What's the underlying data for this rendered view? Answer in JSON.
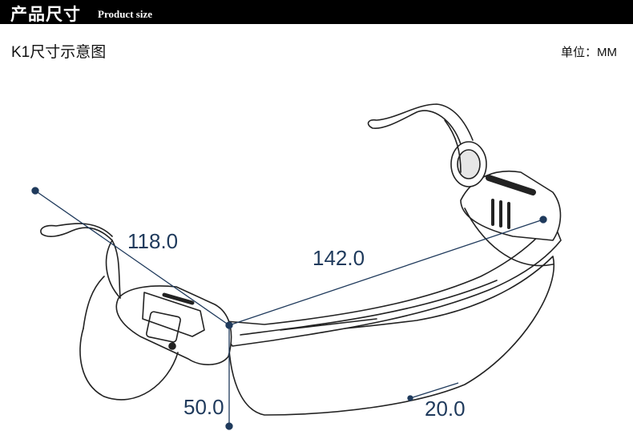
{
  "header": {
    "title": "产品尺寸",
    "subtitle": "Product size"
  },
  "page": {
    "title": "K1尺寸示意图",
    "unit_label": "单位：MM"
  },
  "dimensions": {
    "temple_length": "118.0",
    "frame_width": "142.0",
    "height": "50.0",
    "nose_depth": "20.0"
  },
  "colors": {
    "dimension_line": "#1f3a5c",
    "outline": "#222222"
  }
}
